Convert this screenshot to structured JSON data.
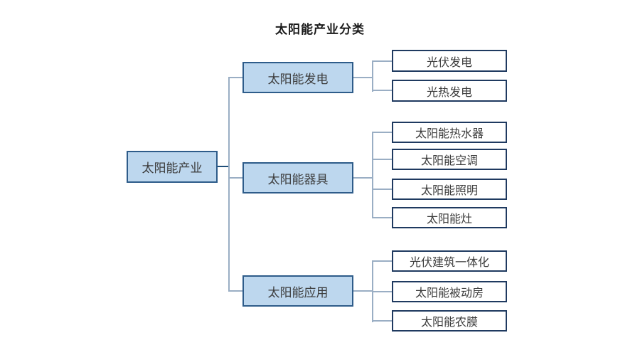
{
  "title": "太阳能产业分类",
  "tree": {
    "root": {
      "label": "太阳能产业"
    },
    "branches": [
      {
        "label": "太阳能发电",
        "children": [
          "光伏发电",
          "光热发电"
        ]
      },
      {
        "label": "太阳能器具",
        "children": [
          "太阳能热水器",
          "太阳能空调",
          "太阳能照明",
          "太阳能灶"
        ]
      },
      {
        "label": "太阳能应用",
        "children": [
          "光伏建筑一体化",
          "太阳能被动房",
          "太阳能农膜"
        ]
      }
    ]
  },
  "colors": {
    "category_fill": "#bdd7ee",
    "category_border": "#2e5c8a",
    "leaf_border": "#1f3a60",
    "connector": "#9aaec4",
    "root_connector": "#1f4e79",
    "title_text": "#1a1a1a",
    "node_text": "#3c3c3c",
    "background": "#ffffff"
  }
}
